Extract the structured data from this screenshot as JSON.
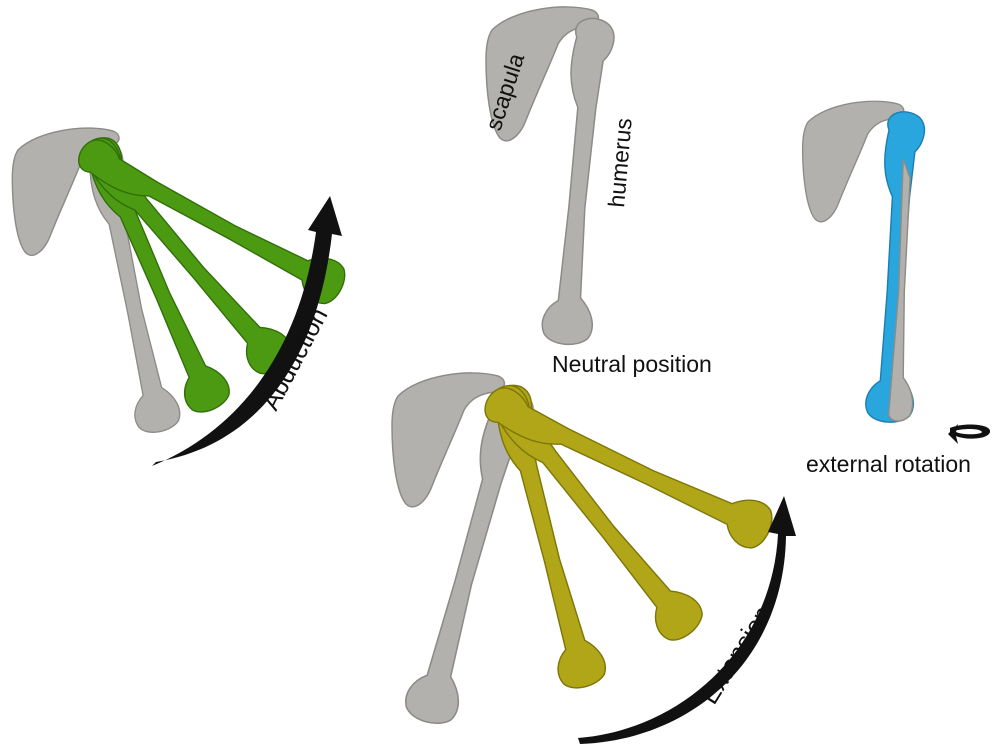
{
  "labels": {
    "scapula": "scapula",
    "humerus": "humerus",
    "neutral": "Neutral position",
    "abduction": "Abduction",
    "extension": "Extension",
    "external_rotation": "external rotation"
  },
  "colors": {
    "bone": "#b3b1ad",
    "bone_shade": "#8d8b87",
    "abduction": "#4c9a12",
    "abduction_shade": "#2f6e08",
    "extension": "#b0a617",
    "extension_shade": "#7d7609",
    "rotation": "#2aa6de",
    "arrow": "#111111"
  },
  "panels": [
    {
      "id": "neutral",
      "bone_color": "bone"
    },
    {
      "id": "abduction",
      "bone_color": "abduction",
      "positions": 3
    },
    {
      "id": "extension",
      "bone_color": "extension",
      "positions": 3
    },
    {
      "id": "external_rotation",
      "bone_color": "rotation"
    }
  ]
}
